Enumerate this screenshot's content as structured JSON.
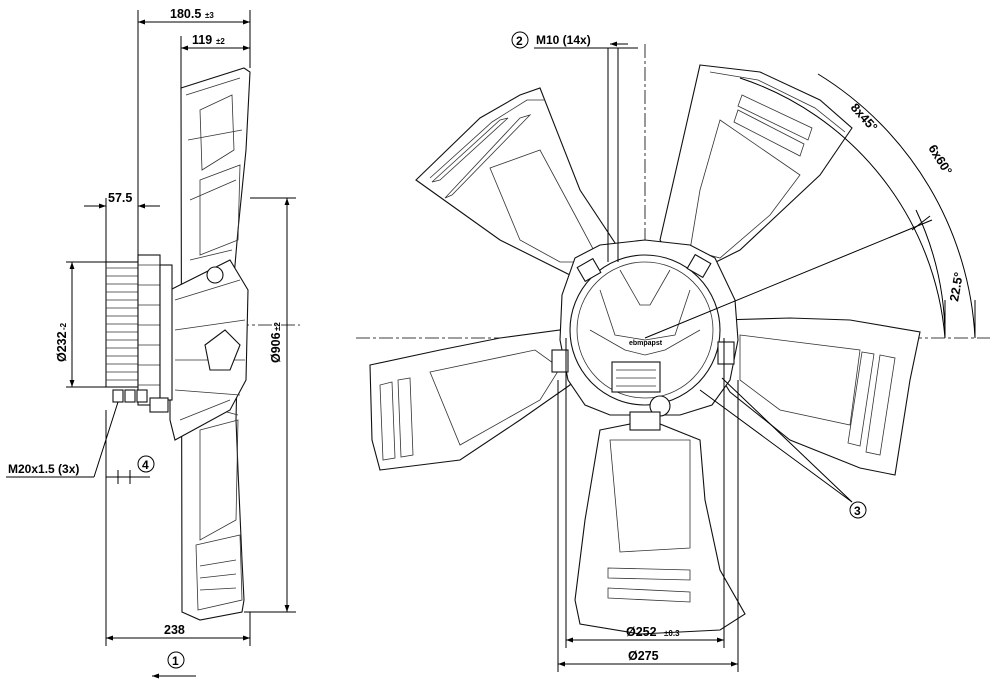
{
  "drawing": {
    "side_view": {
      "dim_overall_depth": "180.5",
      "dim_overall_depth_tol": "±3",
      "dim_blade_depth": "119",
      "dim_blade_depth_tol": "±2",
      "dim_motor_offset": "57.5",
      "dim_motor_dia": "Ø232",
      "dim_motor_dia_tol": "-2",
      "dim_fan_dia": "Ø906",
      "dim_fan_dia_tol": "±2",
      "dim_total": "238",
      "thread_label": "M20x1.5 (3x)",
      "balloon_1": "1",
      "balloon_4": "4"
    },
    "front_view": {
      "thread_label": "M10 (14x)",
      "balloon_2": "2",
      "balloon_3": "3",
      "angle_1": "8x45°",
      "angle_2": "6x60°",
      "angle_3": "22.5°",
      "dim_bolt_circle": "Ø252",
      "dim_bolt_circle_tol": "±0.3",
      "dim_motor_dia": "Ø275",
      "nameplate_text": "ebmpapst"
    }
  }
}
